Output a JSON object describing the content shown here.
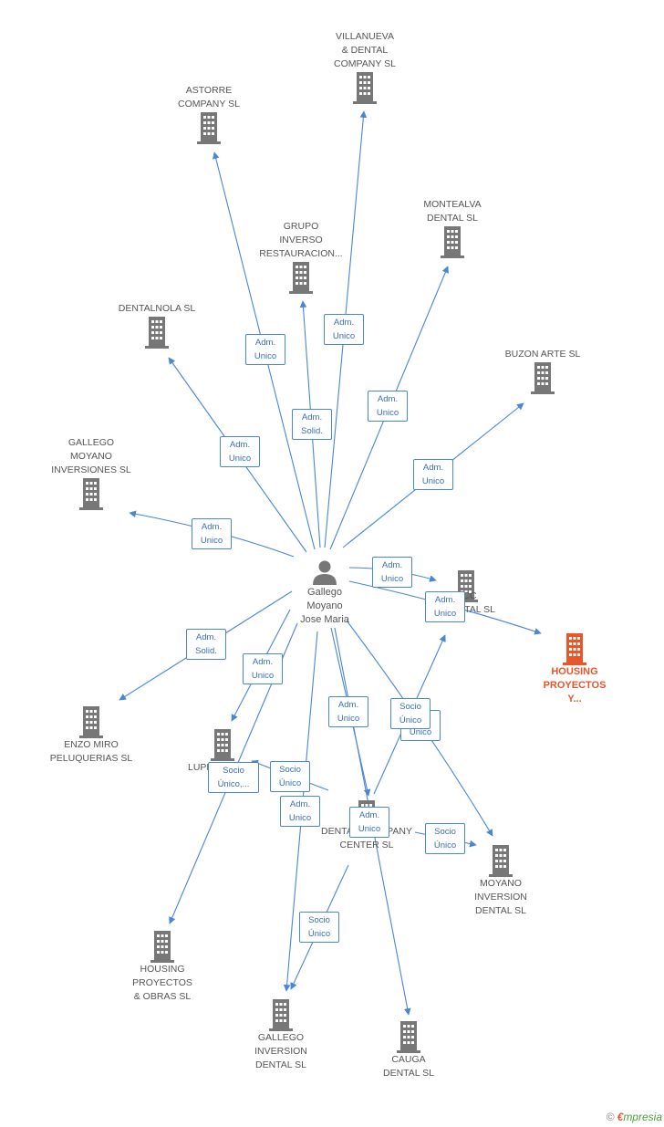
{
  "colors": {
    "edge": "#4a86d6",
    "building": "#777777",
    "focus": "#e8562a",
    "label_text": "#555555"
  },
  "center": {
    "name": "Gallego\nMoyano\nJose Maria",
    "icon": "person-icon"
  },
  "companies": [
    {
      "id": "villanueva",
      "name": "VILLANUEVA\n& DENTAL\nCOMPANY SL"
    },
    {
      "id": "astorre",
      "name": "ASTORRE\nCOMPANY SL"
    },
    {
      "id": "montealva",
      "name": "MONTEALVA\nDENTAL SL"
    },
    {
      "id": "grupo",
      "name": "GRUPO\nINVERSO\nRESTAURACION..."
    },
    {
      "id": "dentalnola",
      "name": "DENTALNOLA SL"
    },
    {
      "id": "buzon",
      "name": "BUZON ARTE SL"
    },
    {
      "id": "gallego_moyano",
      "name": "GALLEGO\nMOYANO\nINVERSIONES SL"
    },
    {
      "id": "cc_dental",
      "name": "CC\nDENTAL SL"
    },
    {
      "id": "housing_y",
      "name": "HOUSING\nPROYECTOS\nY...",
      "focus": true
    },
    {
      "id": "enzo",
      "name": "ENZO MIRO\nPELUQUERIAS SL"
    },
    {
      "id": "lupe",
      "name": "LUPE"
    },
    {
      "id": "dental_company",
      "name": "DENTAL&COMPANY\nCENTER SL"
    },
    {
      "id": "moyano_inv",
      "name": "MOYANO\nINVERSION\nDENTAL SL"
    },
    {
      "id": "housing_obras",
      "name": "HOUSING\nPROYECTOS\n& OBRAS SL"
    },
    {
      "id": "gallego_inv",
      "name": "GALLEGO\nINVERSION\nDENTAL SL"
    },
    {
      "id": "cauga",
      "name": "CAUGA\nDENTAL SL"
    }
  ],
  "relations": [
    {
      "id": "r_villanueva",
      "label": "Adm.\nUnico"
    },
    {
      "id": "r_astorre",
      "label": "Adm.\nUnico"
    },
    {
      "id": "r_grupo",
      "label": "Adm.\nSolid."
    },
    {
      "id": "r_montealva",
      "label": "Adm.\nUnico"
    },
    {
      "id": "r_dentalnola",
      "label": "Adm.\nUnico"
    },
    {
      "id": "r_buzon",
      "label": "Adm.\nUnico"
    },
    {
      "id": "r_gallego_moyano",
      "label": "Adm.\nUnico"
    },
    {
      "id": "r_cc_dental",
      "label": "Adm.\nUnico"
    },
    {
      "id": "r_housing_y",
      "label": "Adm.\nUnico"
    },
    {
      "id": "r_enzo",
      "label": "Adm.\nSolid."
    },
    {
      "id": "r_lupe",
      "label": "Adm.\nUnico"
    },
    {
      "id": "r_dc_adm",
      "label": "Adm.\nUnico"
    },
    {
      "id": "r_moyano_adm",
      "label": "Adm.\nUnico"
    },
    {
      "id": "r_moyano_socio",
      "label": "Socio\nÚnico"
    },
    {
      "id": "r_lupe_socio",
      "label": "Socio\nÚnico"
    },
    {
      "id": "r_housing_obras",
      "label": "Socio\nÚnico,..."
    },
    {
      "id": "r_gallego_inv_adm",
      "label": "Adm.\nUnico"
    },
    {
      "id": "r_dc_down",
      "label": "Adm.\nUnico"
    },
    {
      "id": "r_dc_moyano",
      "label": "Socio\nÚnico"
    },
    {
      "id": "r_dc_gallego",
      "label": "Socio\nÚnico"
    }
  ],
  "footer": {
    "copyright": "©",
    "brand_first": "€",
    "brand_rest": "mpresia"
  }
}
